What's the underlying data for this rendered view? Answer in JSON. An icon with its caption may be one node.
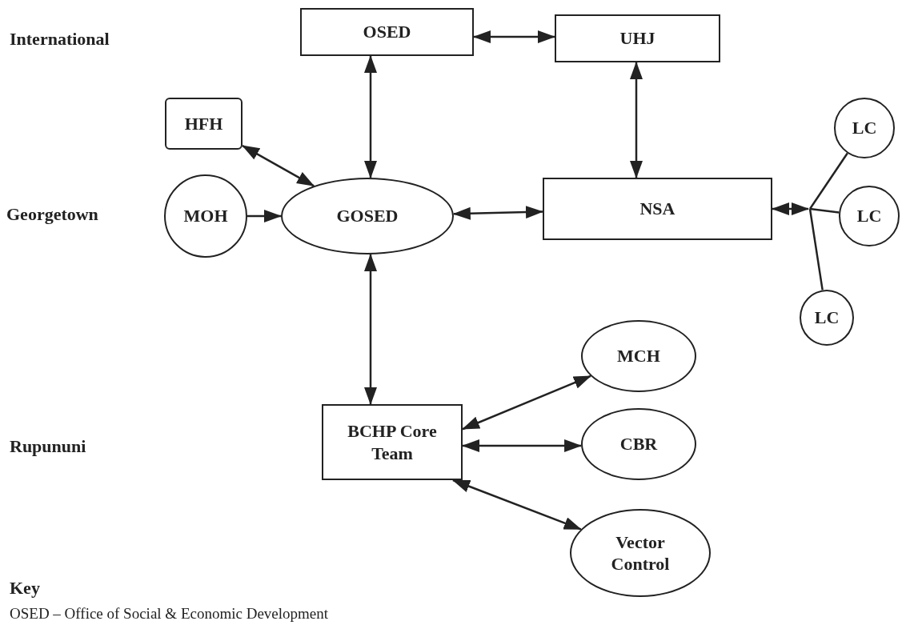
{
  "diagram": {
    "nodes": [
      {
        "text": [
          "OSED"
        ]
      },
      {
        "text": [
          "UHJ"
        ]
      },
      {
        "text": [
          "HFH"
        ]
      },
      {
        "text": [
          "MOH"
        ]
      },
      {
        "text": [
          "GOSED"
        ]
      },
      {
        "text": [
          "NSA"
        ]
      },
      {
        "text": [
          "LC"
        ]
      },
      {
        "text": [
          "LC"
        ]
      },
      {
        "text": [
          "LC"
        ]
      },
      {
        "text": [
          "MCH"
        ]
      },
      {
        "text": [
          "BCHP Core Team"
        ]
      },
      {
        "text": [
          "CBR"
        ]
      },
      {
        "text": [
          "Vector Control"
        ]
      }
    ],
    "edges": [
      {
        "from": 0,
        "to": 1,
        "arrow": "both"
      },
      {
        "from": 0,
        "to": 4,
        "arrow": "both"
      },
      {
        "from": 1,
        "to": 5,
        "arrow": "both"
      },
      {
        "from": 2,
        "to": 4,
        "arrow": "both"
      },
      {
        "from": 3,
        "to": 4,
        "arrow": "to"
      },
      {
        "from": 4,
        "to": 5,
        "arrow": "both"
      },
      {
        "from": 6,
        "to": 5,
        "arrow": "to"
      },
      {
        "from": 7,
        "to": 5,
        "arrow": "to"
      },
      {
        "from": 8,
        "to": 5,
        "arrow": "to"
      },
      {
        "from": 4,
        "to": 10,
        "arrow": "both"
      },
      {
        "from": 10,
        "to": 9,
        "arrow": "both"
      },
      {
        "from": 10,
        "to": 11,
        "arrow": "both"
      },
      {
        "from": 10,
        "to": 12,
        "arrow": "both"
      }
    ],
    "labels": [
      "International",
      "Georgetown",
      "Rupununi",
      "Key",
      "OSED – Office of Social & Economic Development"
    ]
  }
}
